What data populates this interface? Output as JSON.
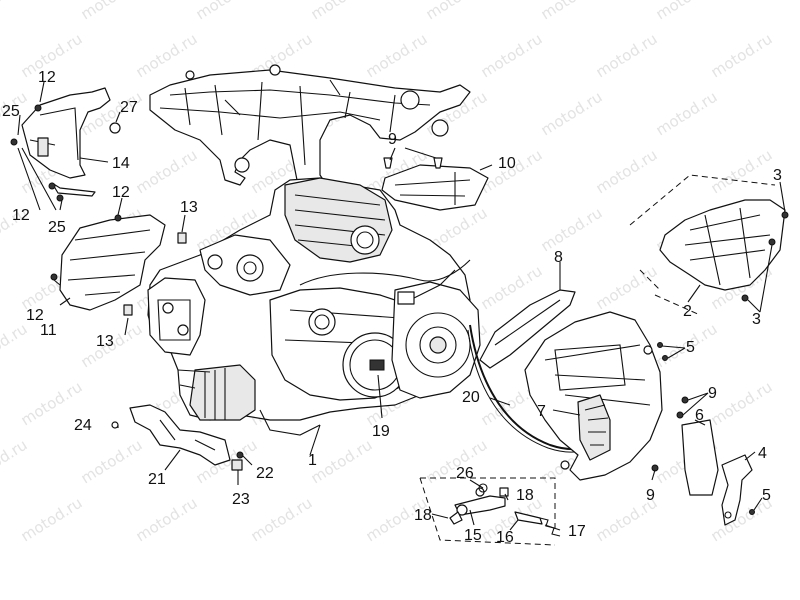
{
  "watermark": "motod.ru",
  "callouts": [
    "1",
    "2",
    "3",
    "4",
    "5",
    "6",
    "7",
    "8",
    "9",
    "10",
    "11",
    "12",
    "13",
    "14",
    "15",
    "16",
    "17",
    "18",
    "19",
    "20",
    "21",
    "22",
    "23",
    "24",
    "25",
    "26",
    "27"
  ],
  "labels": {
    "l1": "1",
    "l2": "2",
    "l3a": "3",
    "l3b": "3",
    "l4": "4",
    "l5a": "5",
    "l5b": "5",
    "l6": "6",
    "l7": "7",
    "l8": "8",
    "l9a": "9",
    "l9b": "9",
    "l9c": "9",
    "l10": "10",
    "l11": "11",
    "l12a": "12",
    "l12b": "12",
    "l12c": "12",
    "l12d": "12",
    "l13a": "13",
    "l13b": "13",
    "l14": "14",
    "l15": "15",
    "l16": "16",
    "l17": "17",
    "l18a": "18",
    "l18b": "18",
    "l19": "19",
    "l20": "20",
    "l21": "21",
    "l22": "22",
    "l23": "23",
    "l24": "24",
    "l25a": "25",
    "l25b": "25",
    "l26": "26",
    "l27": "27"
  }
}
